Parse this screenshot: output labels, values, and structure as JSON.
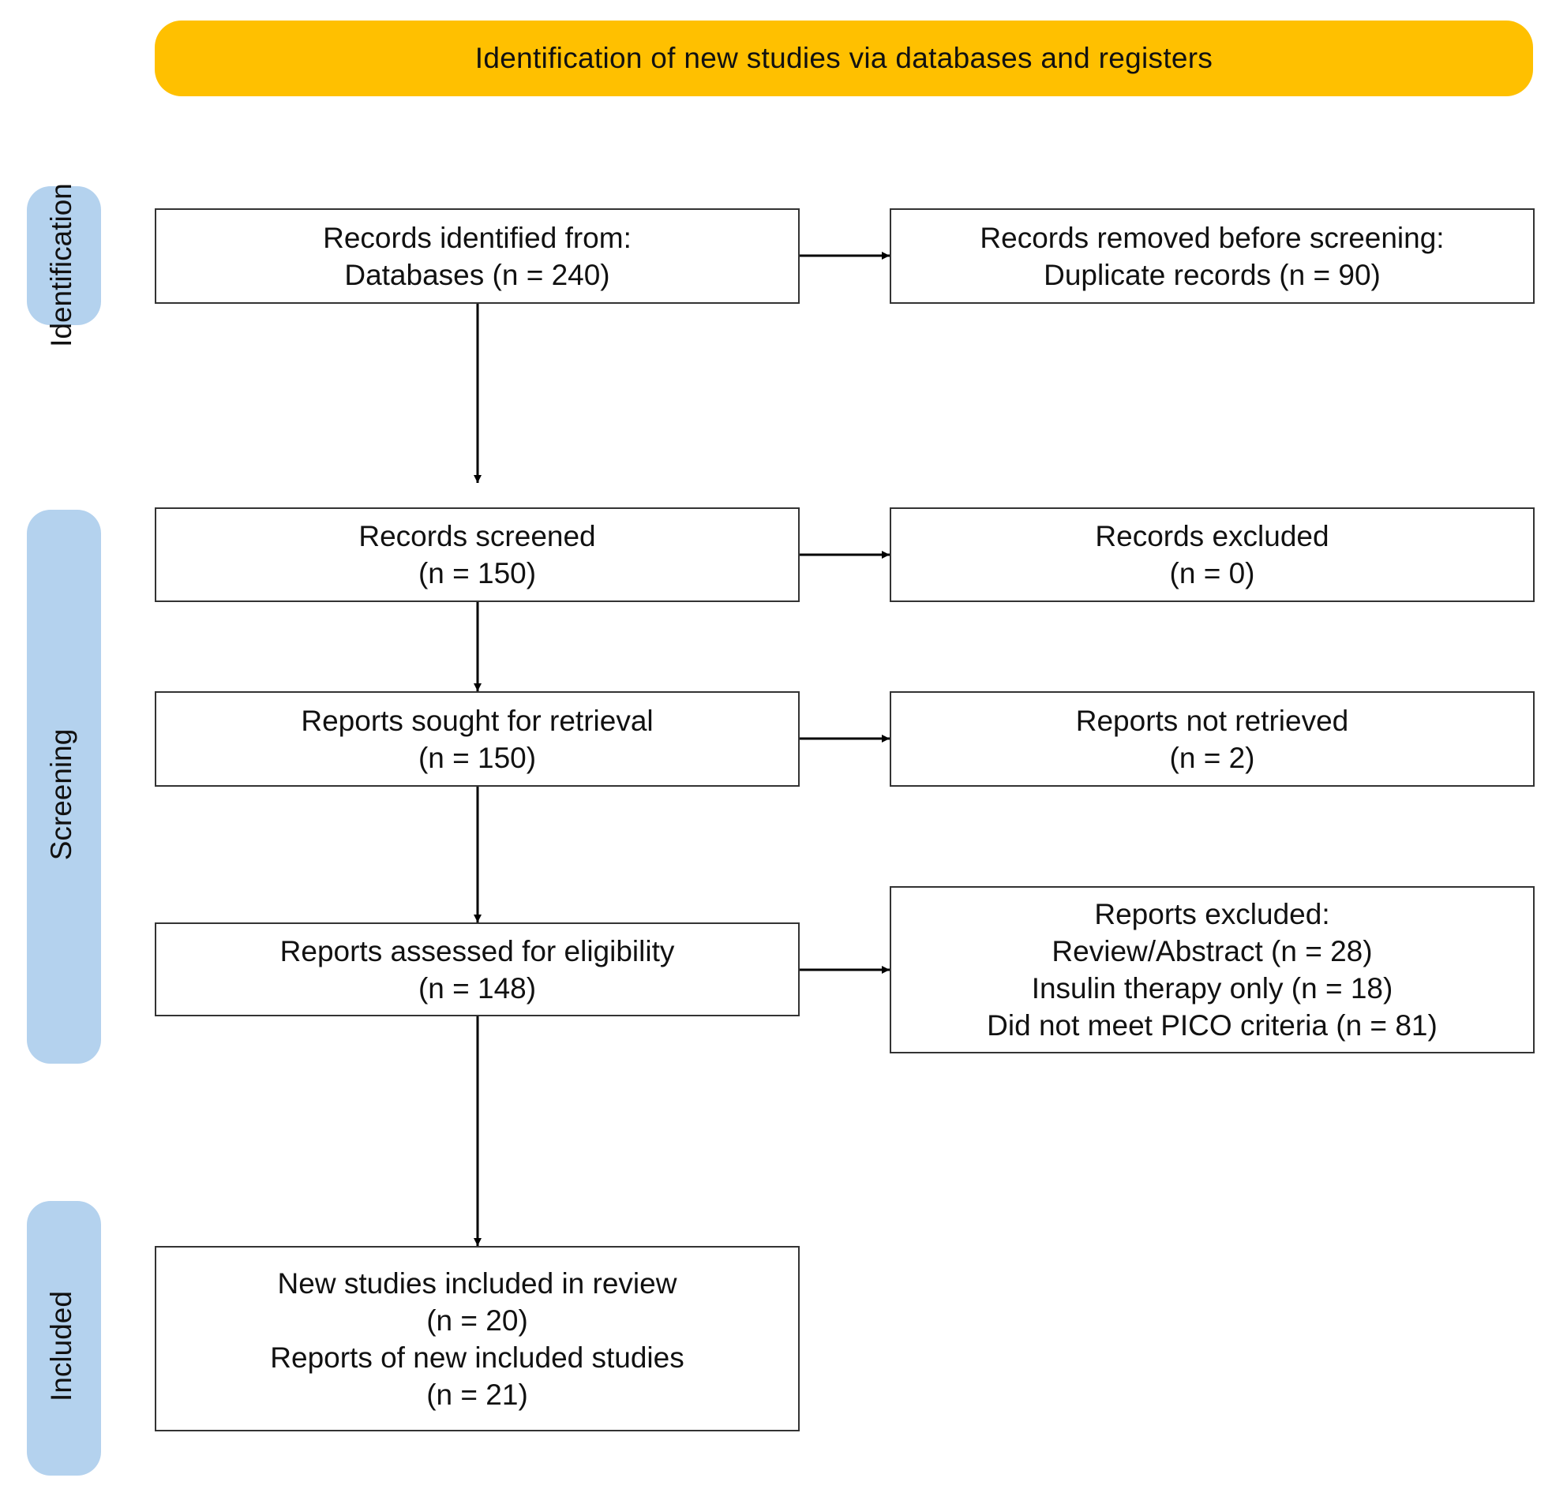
{
  "banner": {
    "title": "Identification of new studies via databases and registers",
    "color": "#FFC000"
  },
  "phases": {
    "color": "#B4D2EE",
    "identification": "Identification",
    "screening": "Screening",
    "included": "Included"
  },
  "boxes": {
    "identified": {
      "line1": "Records identified from:",
      "line2": "Databases (n = 240)"
    },
    "removed": {
      "line1": "Records removed before screening:",
      "line2": "Duplicate records (n = 90)"
    },
    "screened": {
      "line1": "Records screened",
      "line2": "(n = 150)"
    },
    "excluded": {
      "line1": "Records excluded",
      "line2": "(n = 0)"
    },
    "sought": {
      "line1": "Reports sought for retrieval",
      "line2": "(n = 150)"
    },
    "not_retrieved": {
      "line1": "Reports not retrieved",
      "line2": "(n = 2)"
    },
    "assessed": {
      "line1": "Reports assessed for eligibility",
      "line2": "(n = 148)"
    },
    "reports_excluded": {
      "line1": "Reports excluded:",
      "line2": "Review/Abstract (n = 28)",
      "line3": "Insulin therapy only (n = 18)",
      "line4": "Did not meet PICO criteria (n = 81)"
    },
    "included": {
      "line1": "New studies included in review",
      "line2": "(n = 20)",
      "line3": "Reports of new included studies",
      "line4": "(n = 21)"
    }
  }
}
